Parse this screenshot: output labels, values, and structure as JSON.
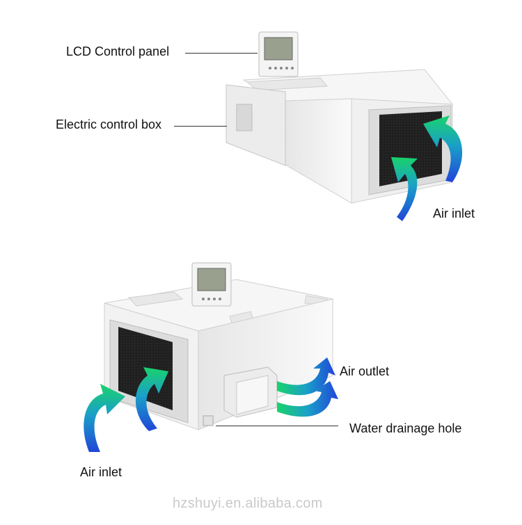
{
  "top_unit": {
    "labels": {
      "lcd_panel": "LCD Control panel",
      "control_box": "Electric control box",
      "air_inlet": "Air inlet"
    }
  },
  "bottom_unit": {
    "labels": {
      "air_outlet": "Air outlet",
      "drain": "Water drainage hole",
      "air_inlet": "Air inlet"
    }
  },
  "watermark": "hzshuyi.en.alibaba.com",
  "colors": {
    "arrow_green": "#19d36b",
    "arrow_blue": "#2145d8",
    "cabinet": "#f2f2f2",
    "filter": "#1d1d1d"
  }
}
